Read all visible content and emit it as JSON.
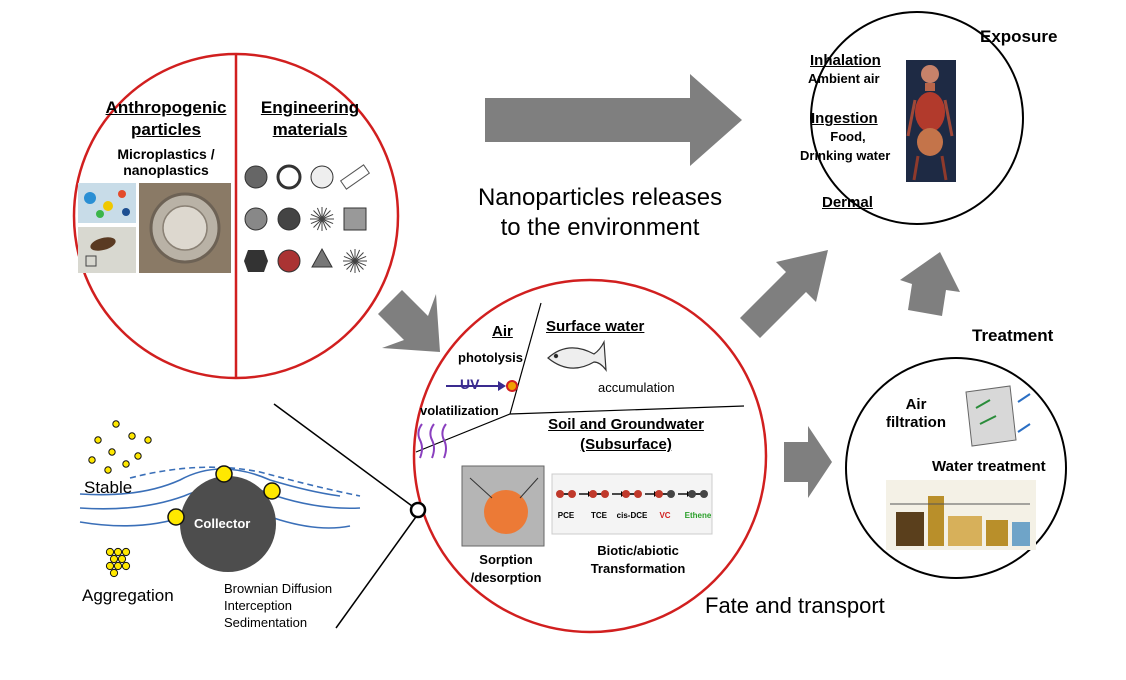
{
  "colors": {
    "circle_red": "#d11f1f",
    "arrow_gray": "#7f7f7f",
    "water_blue": "#3a6fb8",
    "particle_yellow": "#ffe800",
    "collector_gray": "#4d4d4d",
    "soil_orange": "#ec7a36"
  },
  "sources": {
    "anthropogenic_title": "Anthropogenic particles",
    "anthropogenic_line1": "Anthropogenic",
    "anthropogenic_line2": "particles",
    "microplastics_line1": "Microplastics /",
    "microplastics_line2": "nanoplastics",
    "engineering_line1": "Engineering",
    "engineering_line2": "materials",
    "nanomaterial_icons": [
      "sphere-icon",
      "shell-icon",
      "porous-sphere-icon",
      "nanotube-icon",
      "rough-sphere-icon",
      "textured-sphere-icon",
      "dendrimer-icon",
      "mesh-icon",
      "polyhedron-icon",
      "striped-sphere-icon",
      "nanostar-cluster-icon",
      "urchin-icon"
    ]
  },
  "release": {
    "line1": "Nanoparticles releases",
    "line2": "to the environment"
  },
  "exposure": {
    "title": "Exposure",
    "inhalation": "Inhalation",
    "ambient_air": "Ambient air",
    "ingestion": "Ingestion",
    "food": "Food,",
    "drinking_water": "Drinking water",
    "dermal": "Dermal"
  },
  "fate": {
    "air": "Air",
    "photolysis": "photolysis",
    "uv": "UV",
    "volatilization": "volatilization",
    "surface_water": "Surface water",
    "accumulation": "accumulation",
    "soil_line1": "Soil and Groundwater",
    "soil_line2": "(Subsurface)",
    "sorption_line1": "Sorption",
    "sorption_line2": "/desorption",
    "biotic_line1": "Biotic/abiotic",
    "biotic_line2": "Transformation",
    "pathway": [
      "PCE",
      "TCE",
      "cis-DCE",
      "VC",
      "Ethene"
    ],
    "caption": "Fate and transport"
  },
  "treatment": {
    "title": "Treatment",
    "air_line1": "Air",
    "air_line2": "filtration",
    "water": "Water treatment"
  },
  "transport": {
    "stable": "Stable",
    "aggregation": "Aggregation",
    "collector": "Collector",
    "mech1": "Brownian Diffusion",
    "mech2": "Interception",
    "mech3": "Sedimentation"
  }
}
